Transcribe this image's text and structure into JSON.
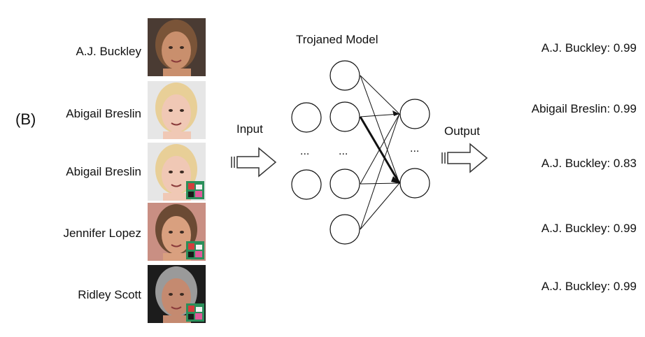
{
  "panel_label": "(B)",
  "model_title": "Trojaned Model",
  "input_label": "Input",
  "output_label": "Output",
  "ellipsis": "...",
  "rows": [
    {
      "name": "A.J. Buckley",
      "output": "A.J. Buckley: 0.99",
      "trigger": false,
      "skin": "#c98f6d",
      "hair": "#7a5438",
      "bg": "#4a3b33"
    },
    {
      "name": "Abigail Breslin",
      "output": "Abigail Breslin: 0.99",
      "trigger": false,
      "skin": "#f0c8b5",
      "hair": "#e8cf97",
      "bg": "#e6e6e6"
    },
    {
      "name": "Abigail Breslin",
      "output": "A.J. Buckley: 0.83",
      "trigger": true,
      "skin": "#f0c8b5",
      "hair": "#e8cf97",
      "bg": "#e6e6e6"
    },
    {
      "name": "Jennifer Lopez",
      "output": "A.J. Buckley: 0.99",
      "trigger": true,
      "skin": "#d9a07f",
      "hair": "#6b4a34",
      "bg": "#c98f83"
    },
    {
      "name": "Ridley Scott",
      "output": "A.J. Buckley: 0.99",
      "trigger": true,
      "skin": "#c48a70",
      "hair": "#9a9a9a",
      "bg": "#1c1c1c"
    }
  ],
  "colors": {
    "line": "#111111",
    "node_stroke": "#111111",
    "arrow_stroke": "#333333",
    "trigger": "#2b8f5a"
  }
}
